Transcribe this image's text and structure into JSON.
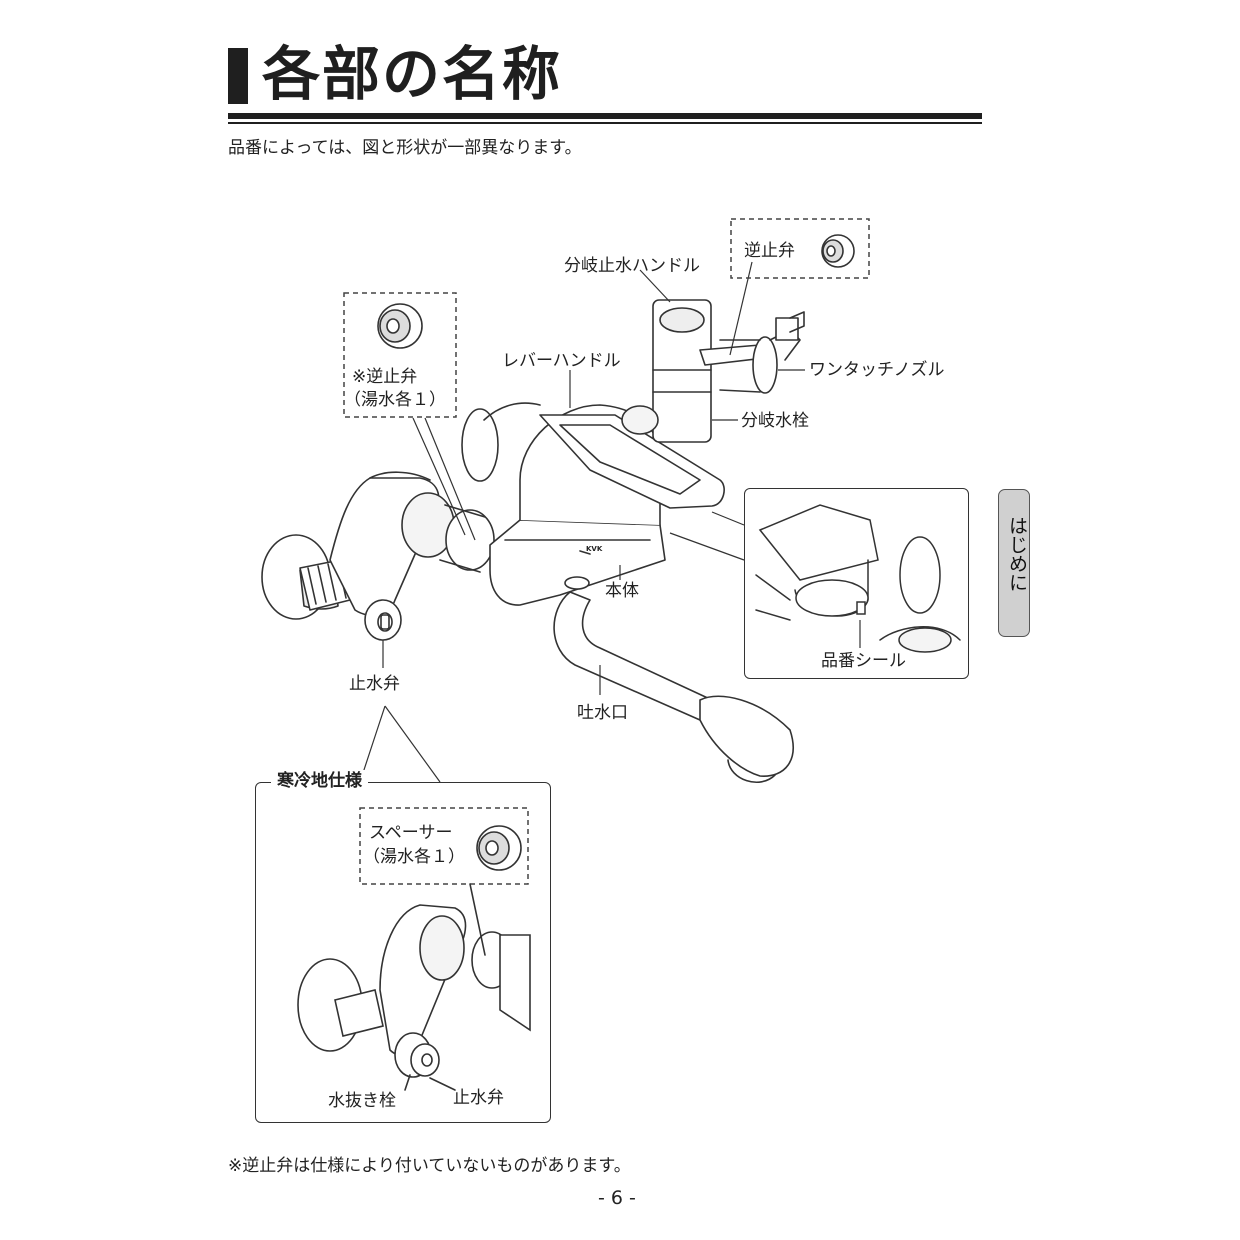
{
  "page": {
    "title": "各部の名称",
    "note": "品番によっては、図と形状が一部異なります。",
    "footnote": "※逆止弁は仕様により付いていないものがあります。",
    "page_number": "- 6 -"
  },
  "side_tab": {
    "label": "はじめに"
  },
  "labels": {
    "branch_handle": "分岐止水ハンドル",
    "check_valve_top": "逆止弁",
    "check_valve_left_line1": "※逆止弁",
    "check_valve_left_line2": "（湯水各１）",
    "lever_handle": "レバーハンドル",
    "one_touch_nozzle": "ワンタッチノズル",
    "branch_faucet": "分岐水栓",
    "body": "本体",
    "stop_valve": "止水弁",
    "spout": "吐水口",
    "model_seal": "品番シール",
    "brand_mark": "KVK"
  },
  "cold_region": {
    "title": "寒冷地仕様",
    "spacer_line1": "スペーサー",
    "spacer_line2": "（湯水各１）",
    "drain_plug": "水抜き栓",
    "stop_valve": "止水弁"
  }
}
